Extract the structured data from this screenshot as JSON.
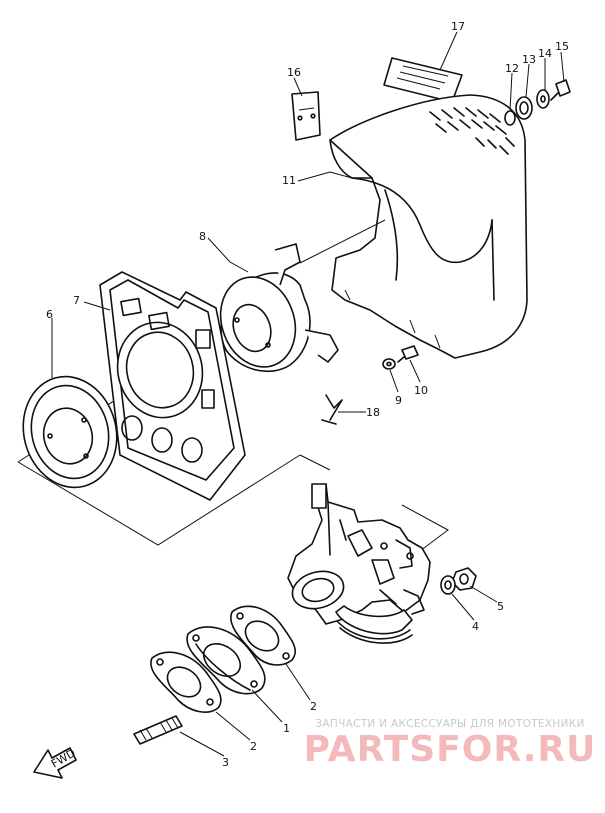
{
  "diagram": {
    "callouts": [
      {
        "id": "c17",
        "text": "17"
      },
      {
        "id": "c16",
        "text": "16"
      },
      {
        "id": "c15",
        "text": "15"
      },
      {
        "id": "c14",
        "text": "14"
      },
      {
        "id": "c13",
        "text": "13"
      },
      {
        "id": "c12",
        "text": "12"
      },
      {
        "id": "c11",
        "text": "11"
      },
      {
        "id": "c8",
        "text": "8"
      },
      {
        "id": "c7",
        "text": "7"
      },
      {
        "id": "c6",
        "text": "6"
      },
      {
        "id": "c9",
        "text": "9"
      },
      {
        "id": "c10",
        "text": "10"
      },
      {
        "id": "c18",
        "text": "18"
      },
      {
        "id": "c5",
        "text": "5"
      },
      {
        "id": "c4",
        "text": "4"
      },
      {
        "id": "c2a",
        "text": "2"
      },
      {
        "id": "c1",
        "text": "1"
      },
      {
        "id": "c2b",
        "text": "2"
      },
      {
        "id": "c3",
        "text": "3"
      }
    ],
    "fwd_marker": "FWD"
  },
  "watermark": {
    "tagline": "ЗАПЧАСТИ И АКСЕССУАРЫ ДЛЯ МОТОТЕХНИКИ",
    "brand": "PARTSFOR.RU",
    "brand_color": "#f3b9bb",
    "tagline_color": "#c9c9c9"
  }
}
